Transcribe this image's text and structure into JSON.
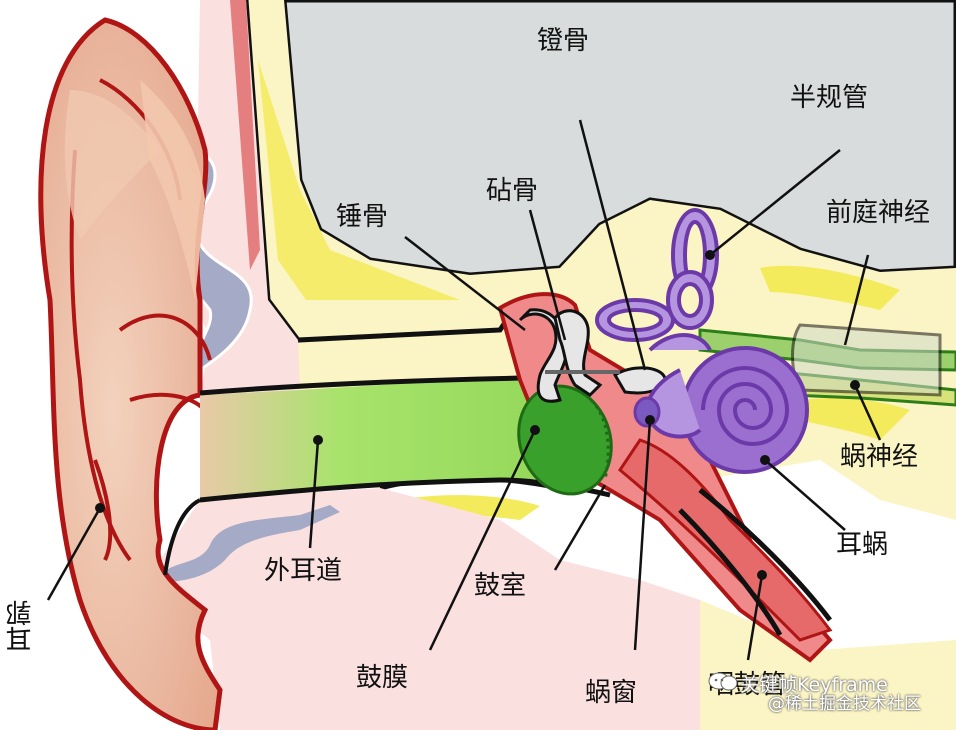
{
  "labels": {
    "stapes": "镫骨",
    "semicircular_canals": "半规管",
    "incus": "砧骨",
    "malleus": "锤骨",
    "vestibular_nerve": "前庭神经",
    "cochlear_nerve": "蜗神经",
    "cochlea": "耳蜗",
    "ear_canal": "外耳道",
    "tympanic_cavity": "鼓室",
    "eardrum": "鼓膜",
    "round_window": "蜗窗",
    "auricle": "耳郭",
    "eustachian_tube": "咽鼓管"
  },
  "watermark": {
    "line1": "关键帧Keyframe",
    "line2": "@稀土掘金技术社区"
  },
  "colors": {
    "skull": "#d9dcdc",
    "bone": "#fbf4c4",
    "yellow": "#f3ea5c",
    "skin": "#fbe0e0",
    "pinna": "#e8b79c",
    "red": "#e56a6a",
    "canal": "#a6e36c",
    "membrane": "#3aa02c",
    "purple": "#8e5cc8",
    "nerve": "#4da82d",
    "outline": "#111111"
  }
}
